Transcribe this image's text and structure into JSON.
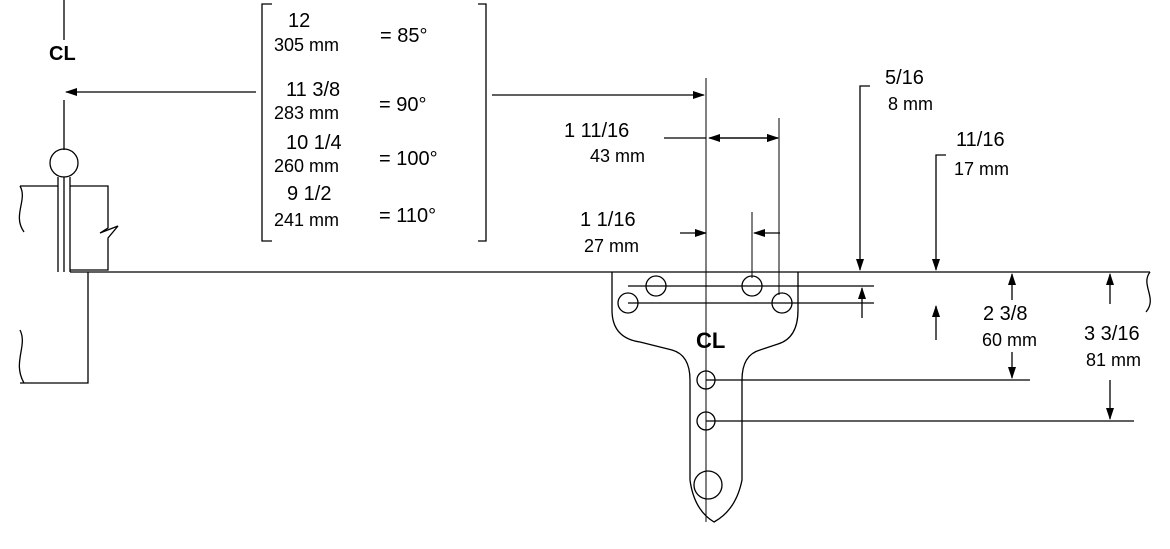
{
  "centerline_symbol": "CL",
  "angle_table": [
    {
      "inch": "12",
      "mm": "305 mm",
      "angle": "= 85°"
    },
    {
      "inch": "11 3/8",
      "mm": "283 mm",
      "angle": "= 90°"
    },
    {
      "inch": "10 1/4",
      "mm": "260 mm",
      "angle": "= 100°"
    },
    {
      "inch": "9 1/2",
      "mm": "241 mm",
      "angle": "= 110°"
    }
  ],
  "dimensions": {
    "offset_outer": {
      "inch": "1 11/16",
      "mm": "43 mm"
    },
    "offset_inner": {
      "inch": "1 1/16",
      "mm": "27 mm"
    },
    "top_small": {
      "inch": "5/16",
      "mm": "8 mm"
    },
    "top_large": {
      "inch": "11/16",
      "mm": "17 mm"
    },
    "vertical_mid": {
      "inch": "2 3/8",
      "mm": "60 mm"
    },
    "vertical_total": {
      "inch": "3 3/16",
      "mm": "81 mm"
    }
  }
}
